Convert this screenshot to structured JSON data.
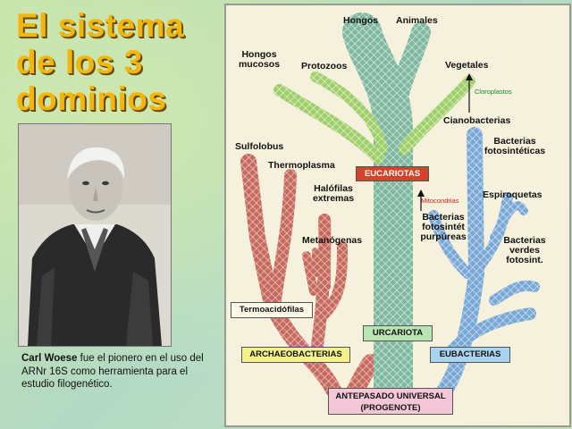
{
  "slide": {
    "title_lines": [
      "El sistema",
      "de los 3",
      "dominios"
    ],
    "caption_bold": "Carl Woese",
    "caption_rest": " fue el pionero en el uso del ARNr 16S como herramienta para el estudio filogenético."
  },
  "diagram": {
    "labels": {
      "hongos": "Hongos",
      "animales": "Animales",
      "hongos_mucosos_1": "Hongos",
      "hongos_mucosos_2": "mucosos",
      "protozoos": "Protozoos",
      "vegetales": "Vegetales",
      "cloroplastos": "Cloroplastos",
      "cianobacterias": "Cianobacterias",
      "sulfolobus": "Sulfolobus",
      "thermoplasma": "Thermoplasma",
      "bact_fotosint_1": "Bacterias",
      "bact_fotosint_2": "fotosintéticas",
      "halofilas_1": "Halófilas",
      "halofilas_2": "extremas",
      "espiroquetas": "Espiroquetas",
      "mitocondrias": "Mitocondrias",
      "bact_purpureas_1": "Bacterias",
      "bact_purpureas_2": "fotosintét",
      "bact_purpureas_3": "purpúreas",
      "metanogenas": "Metanógenas",
      "bact_verdes_1": "Bacterias",
      "bact_verdes_2": "verdes",
      "bact_verdes_3": "fotosint."
    },
    "boxes": {
      "eucariotas": "EUCARIOTAS",
      "termoacidofilas": "Termoacidófilas",
      "urcariota": "URCARIOTA",
      "archaeobacterias": "ARCHAEOBACTERIAS",
      "eubacterias": "EUBACTERIAS",
      "antepasado_1": "ANTEPASADO UNIVERSAL",
      "antepasado_2": "(PROGENOTE)"
    },
    "colors": {
      "archaea": "#c76a5e",
      "eukarya_trunk": "#7fb7a0",
      "eukarya_branch": "#9fcf6a",
      "bacteria": "#7aa8d6",
      "eucariotas_box": "#d9402a",
      "urcariota_box": "#b8e6b0",
      "archaeo_box": "#f4f08a",
      "eubact_box": "#a9d4f0",
      "antepasado_box": "#f4c7d8",
      "mitocondrias_text": "#d0201a",
      "cloroplastos_text": "#138a2a"
    }
  }
}
